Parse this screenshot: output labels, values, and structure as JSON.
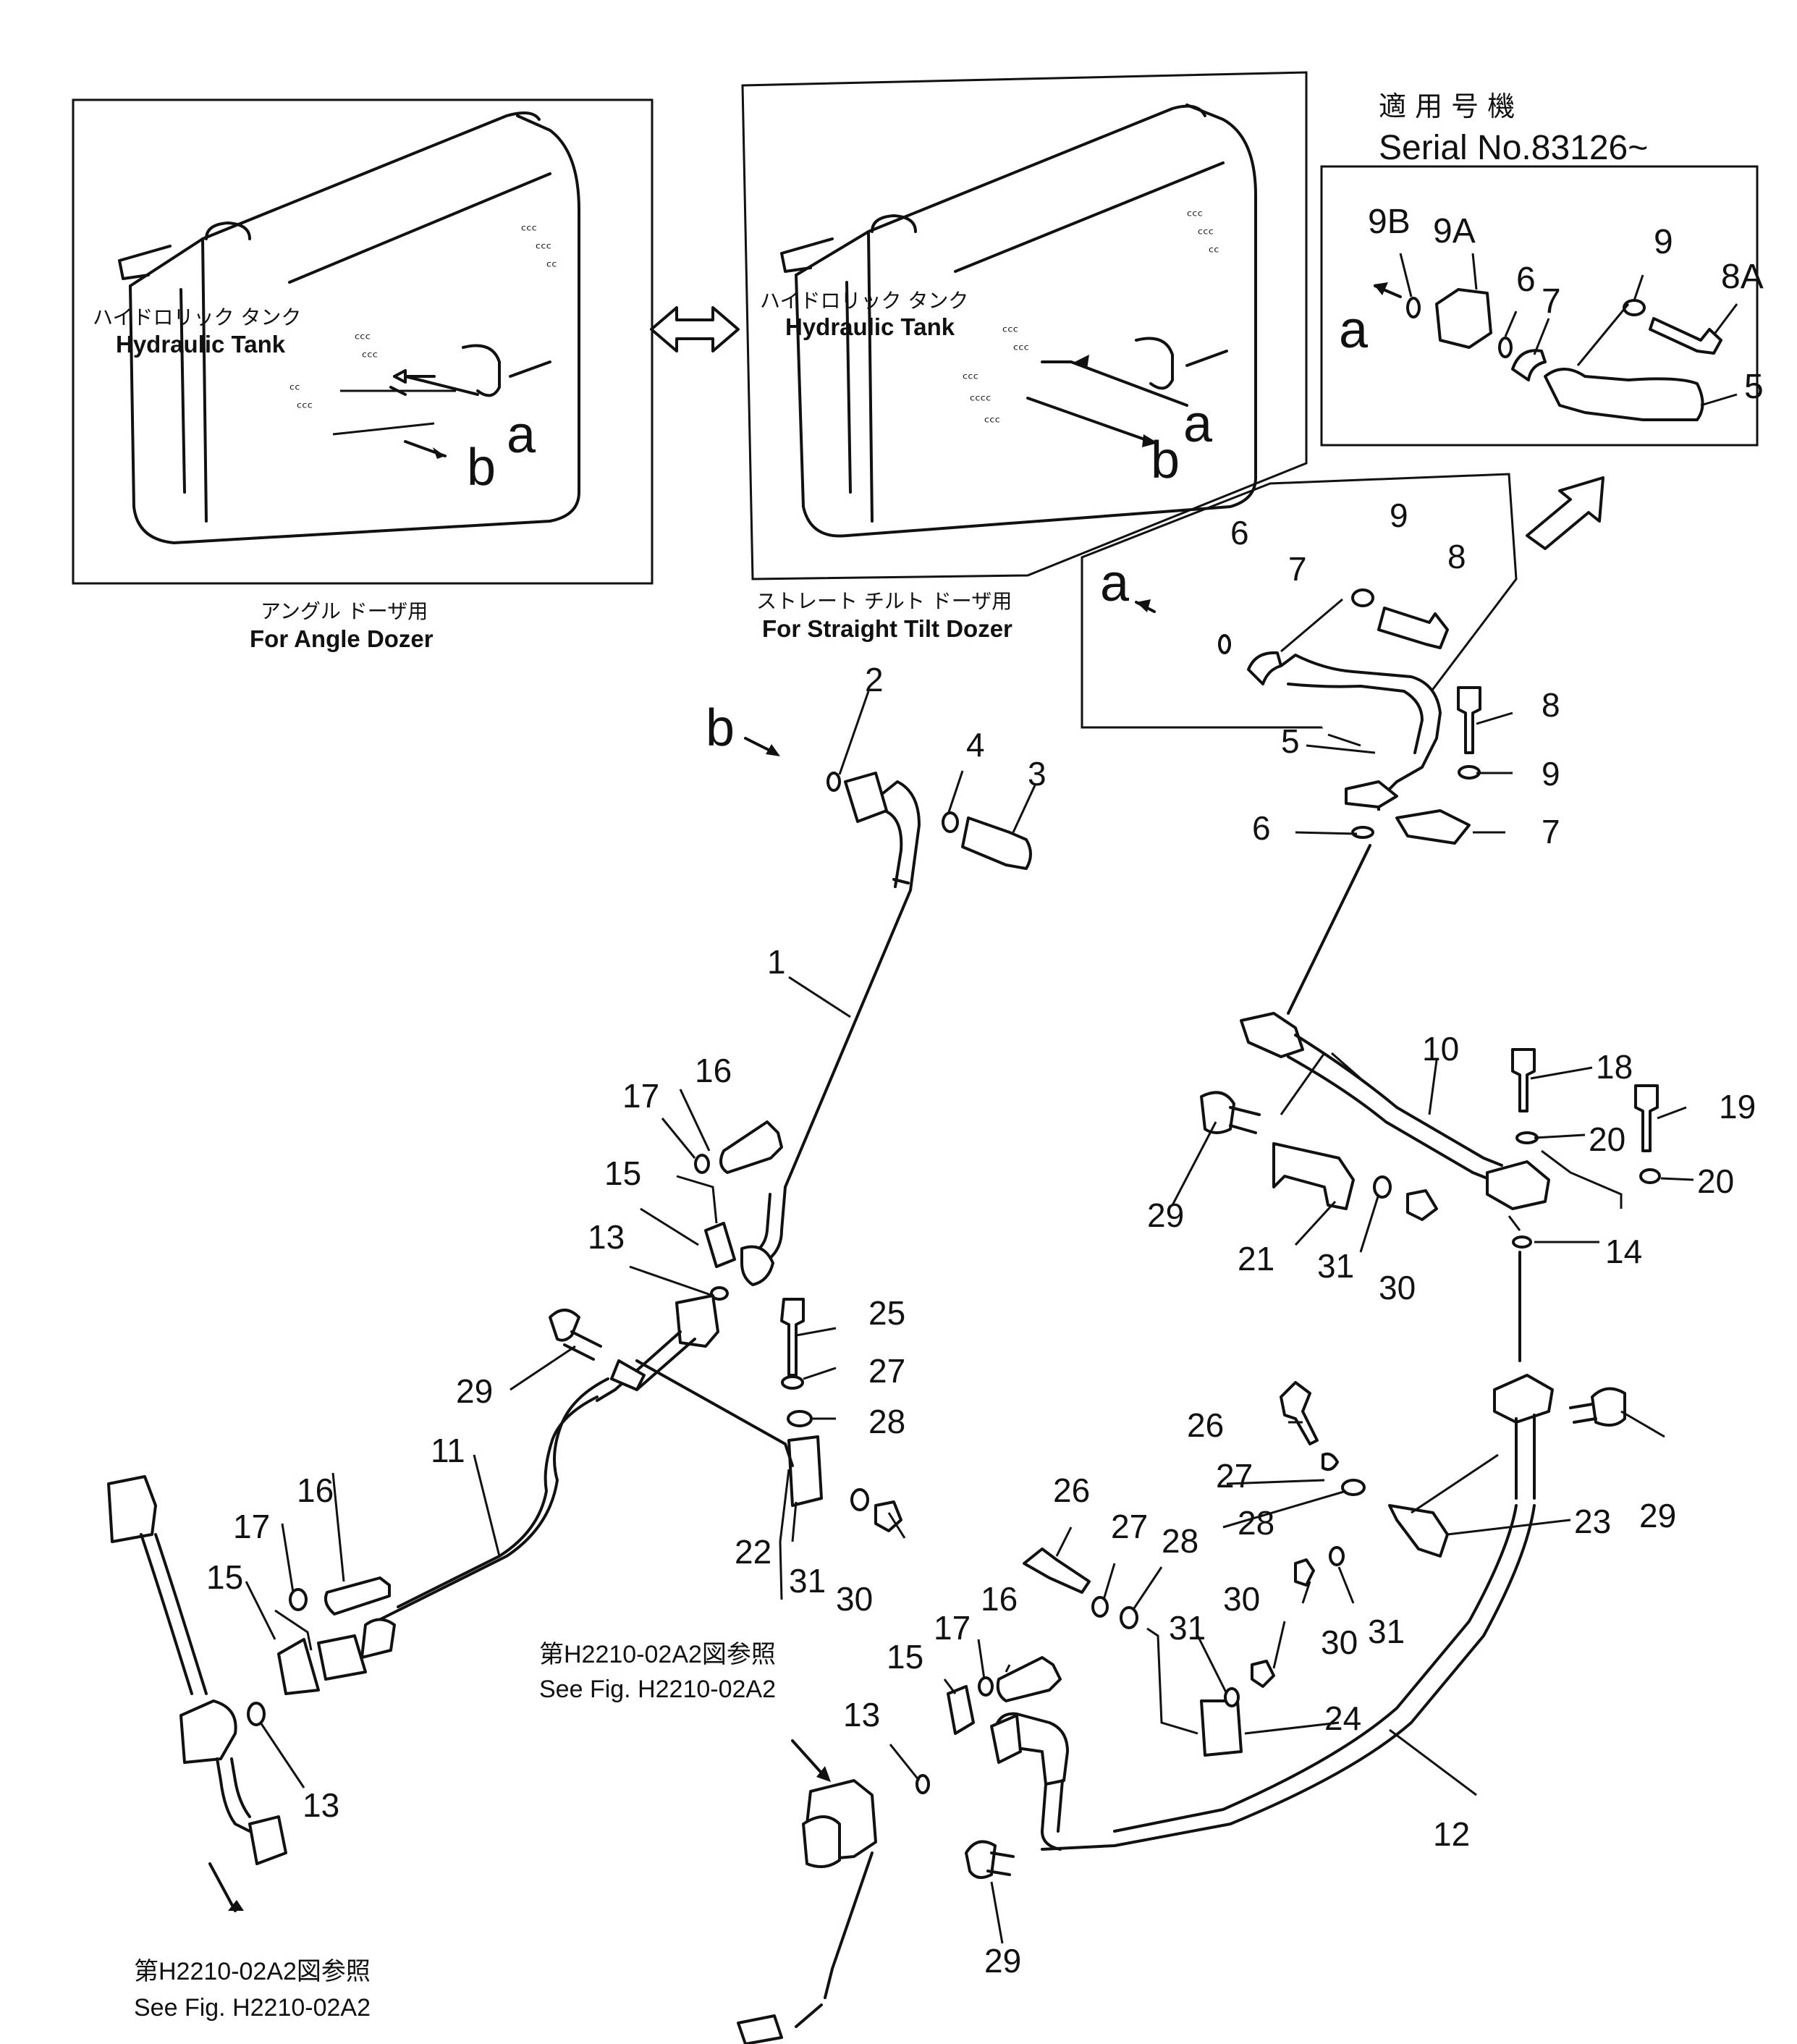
{
  "panels": {
    "angle": {
      "tank_jp": "ハイドロリック タンク",
      "tank_en": "Hydraulic Tank",
      "cap_jp": "アングル ドーザ用",
      "cap_en": "For Angle Dozer"
    },
    "straight": {
      "tank_jp": "ハイドロリック タンク",
      "tank_en": "Hydraulic Tank",
      "cap_jp": "ストレート チルト ドーザ用",
      "cap_en": "For Straight Tilt Dozer"
    }
  },
  "serial": {
    "jp": "適 用 号 機",
    "en": "Serial No.83126~"
  },
  "detail_labels": {
    "a": "a",
    "b": "b"
  },
  "detail_numbers": [
    "9B",
    "9A",
    "6",
    "7",
    "9",
    "8A",
    "5"
  ],
  "references": [
    {
      "jp": "第H2210-02A2図参照",
      "en": "See Fig. H2210-02A2"
    },
    {
      "jp": "第H2210-02A2図参照",
      "en": "See Fig. H2210-02A2"
    }
  ],
  "callouts": [
    "1",
    "2",
    "3",
    "4",
    "5",
    "6",
    "6",
    "7",
    "7",
    "8",
    "8",
    "9",
    "9",
    "10",
    "11",
    "12",
    "13",
    "13",
    "13",
    "14",
    "15",
    "15",
    "15",
    "16",
    "16",
    "16",
    "17",
    "17",
    "17",
    "18",
    "19",
    "20",
    "20",
    "21",
    "22",
    "23",
    "24",
    "25",
    "26",
    "26",
    "27",
    "27",
    "27",
    "28",
    "28",
    "28",
    "29",
    "29",
    "29",
    "29",
    "30",
    "30",
    "30",
    "30",
    "31",
    "31",
    "31",
    "31"
  ]
}
